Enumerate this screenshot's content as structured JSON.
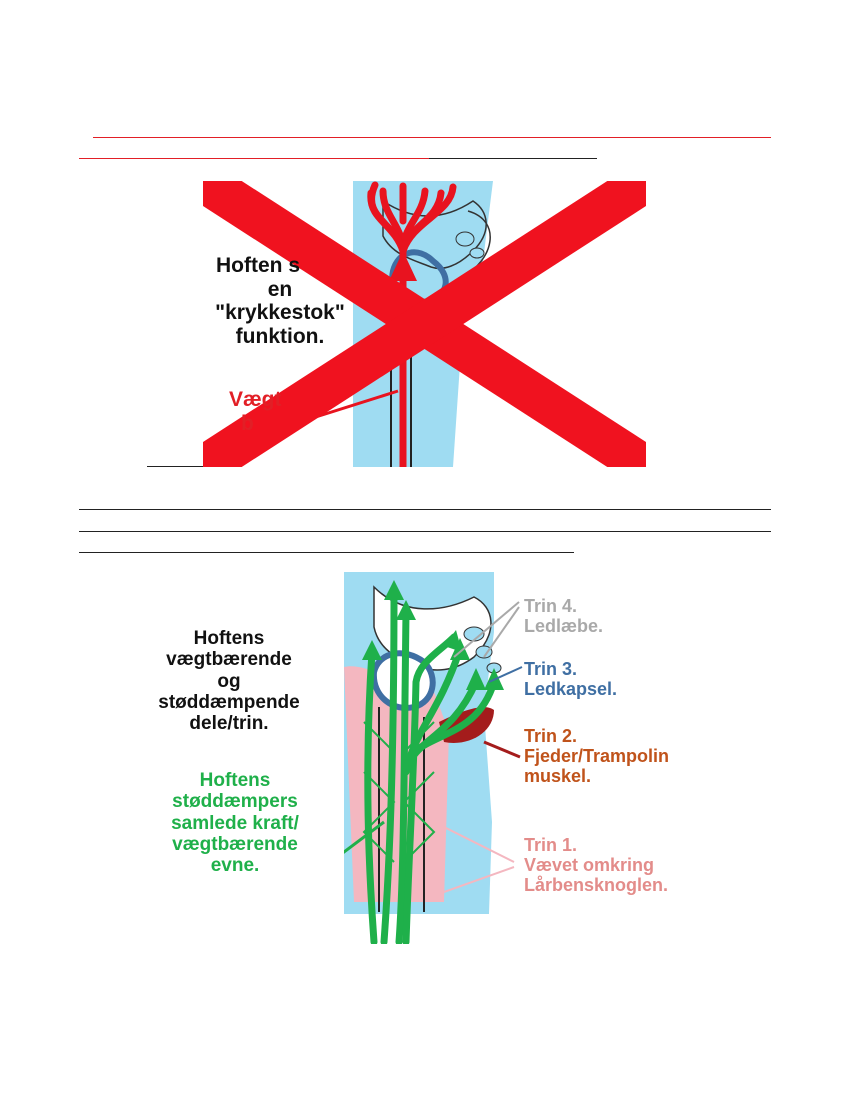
{
  "diagram_top": {
    "text_line1": "Hoften s",
    "text_line2": "en",
    "text_line3": "\"krykkestok\"",
    "text_line4": "funktion.",
    "red_label_line1": "Vægt",
    "red_label_line2": "b"
  },
  "diagram_bottom": {
    "title_line1": "Hoftens",
    "title_line2": "vægtbærende",
    "title_line3": "og",
    "title_line4": "støddæmpende",
    "title_line5": "dele/trin.",
    "green_line1": "Hoftens",
    "green_line2": "støddæmpers",
    "green_line3": "samlede kraft/",
    "green_line4": "vægtbærende",
    "green_line5": "evne.",
    "trin4_title": "Trin 4.",
    "trin4_desc": "Ledlæbe.",
    "trin3_title": "Trin 3.",
    "trin3_desc": "Ledkapsel.",
    "trin2_title": "Trin 2.",
    "trin2_desc_line1": "Fjeder/Trampolin",
    "trin2_desc_line2": "muskel.",
    "trin1_title": "Trin 1.",
    "trin1_desc_line1": "Vævet omkring",
    "trin1_desc_line2": "Lårbensknoglen."
  },
  "colors": {
    "cross_red": "#f0121f",
    "tissue_blue": "#9fdcf2",
    "arrow_green": "#1fb04a",
    "tissue_pink": "#f4b7c0",
    "capsule_blue": "#3f6fa3",
    "muscle_red": "#a41c1c"
  }
}
